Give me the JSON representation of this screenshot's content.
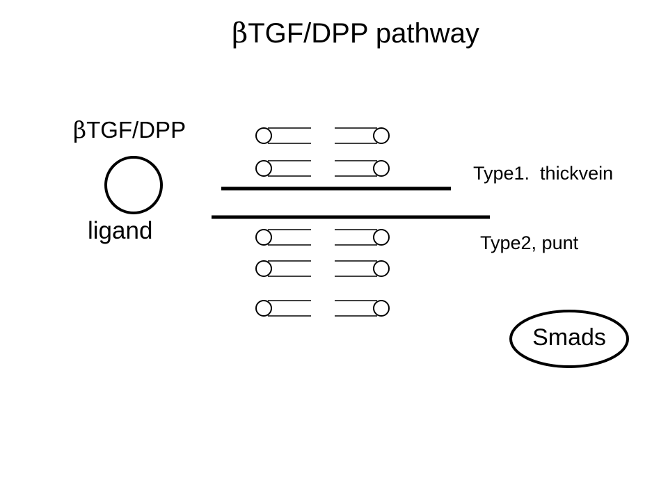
{
  "title": {
    "beta": "β",
    "text": "TGF/DPP pathway"
  },
  "ligand": {
    "beta": "β",
    "name": "TGF/DPP",
    "label": "ligand"
  },
  "receptors": {
    "type1_label": "Type1.  thickvein",
    "type2_label": "Type2, punt"
  },
  "smads": {
    "label": "Smads"
  },
  "colors": {
    "line": "#000000",
    "background": "#ffffff"
  }
}
